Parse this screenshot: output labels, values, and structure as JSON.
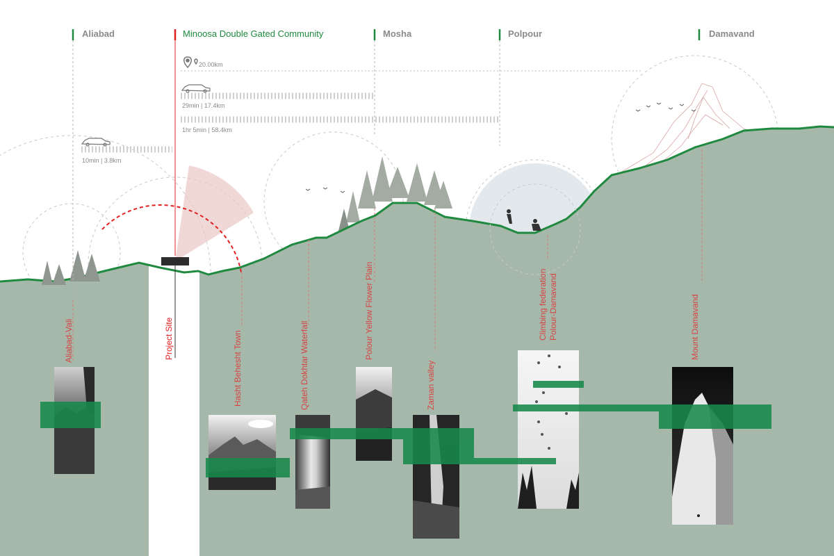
{
  "locations": [
    {
      "name": "Aliabad"
    },
    {
      "name": "Minoosa Double Gated Community"
    },
    {
      "name": "Mosha"
    },
    {
      "name": "Polpour"
    },
    {
      "name": "Damavand"
    }
  ],
  "routes": [
    {
      "label": "20.00km"
    },
    {
      "label": "29min  |  17.4km"
    },
    {
      "label": "1hr 5min  |  58.4km"
    },
    {
      "label": "10min  |  3.8km"
    }
  ],
  "landmarks": [
    {
      "name": "Aliabad-Vali"
    },
    {
      "name": "Project Site"
    },
    {
      "name": "Hasht Behesht Town"
    },
    {
      "name": "Qateh Dokhtar Waterfall"
    },
    {
      "name": "Polour Yellow Flower Plain"
    },
    {
      "name": "Zaman valley"
    },
    {
      "name": "Climbing federation",
      "name_line2": "Polour-Damavand"
    },
    {
      "name": "Mount Damavand"
    }
  ],
  "colors": {
    "accent_green": "#1f8a3f",
    "site_red": "#e02020",
    "terrain": "#a6b8a9",
    "label_red": "#d64545",
    "label_grey": "#808080",
    "photo_bar": "#17894b"
  }
}
